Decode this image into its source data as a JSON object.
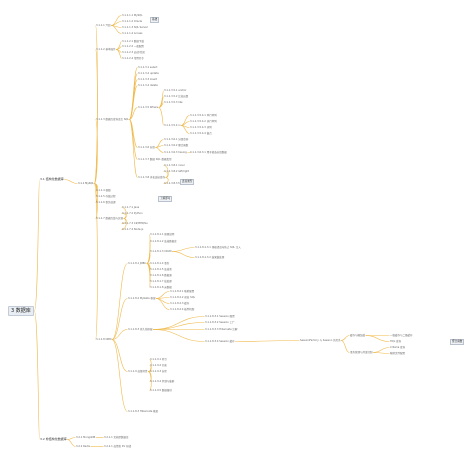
{
  "title": "3 数据库",
  "tags": {
    "sql_category": "基础",
    "aggregate": "聚合函数",
    "understand": "了解即可",
    "join_types": "连接类型"
  },
  "nodes": {
    "root": "3 数据库",
    "b31": "3.1 结构化数据库",
    "b32": "3.2 非结构化数据库",
    "mysql": "3.1.1 MySQL",
    "intro": "3.1.1.1 介绍",
    "mysql_intro": "3.1.1.1.1 MySQL",
    "oracle": "3.1.1.1.2 Oracle",
    "sqlserver": "3.1.1.1.3 SQL Server",
    "access": "3.1.1.1.4 Access",
    "basic_ops": "3.1.1.2 基本操作",
    "install": "3.1.1.2.1 数据下载",
    "config": "3.1.1.2.2 一般配置",
    "start": "3.1.1.2.3 启动/关闭",
    "cmds": "3.1.1.2.4 常用命令",
    "sql_title": "3.1.1.3 数据库查询语言 SQL",
    "select": "3.1.1.3.1 select",
    "update": "3.1.1.3.2 update",
    "insert": "3.1.1.3.3 insert",
    "delete": "3.1.1.3.4 delete",
    "where": "3.1.1.3.5 Where",
    "s1": "3.1.1.3.5.1 and/or",
    "s2": "3.1.1.3.5.2 比较运算",
    "s3": "3.1.1.3.5.3 like",
    "s4": "3.1.1.3.5.4 in",
    "s41": "3.1.1.3.5.4.1 单行单列",
    "s42": "3.1.1.3.5.4.2 多行单列",
    "s43": "3.1.1.3.5.4.3 多列",
    "s44": "3.1.1.3.5.4.4 集合",
    "g1": "3.1.1.3.6 分组",
    "g11": "3.1.1.3.6.1 分组查询",
    "g12": "3.1.1.3.6.2 聚合函数",
    "g13": "3.1.1.3.6.3 having",
    "g131": "3.1.1.3.6.3.1 用于筛选分组数据",
    "g2": "3.1.1.3.7 数据 SQL 数据类型",
    "j1": "3.1.1.3.8 多表连接查询",
    "j11": "3.1.1.3.8.1 inner",
    "j12": "3.1.1.3.8.2 left/right",
    "j13": "3.1.1.3.8.3 full",
    "view": "3.1.1.4 视图",
    "trigger": "3.1.1.5 存储过程",
    "index": "3.1.1.6 事务处理",
    "other": "3.1.1.7 数据库锁与实现",
    "o1": "3.1.1.7.1 Java",
    "o2": "3.1.1.7.2 Python",
    "o3": "3.1.1.7.3 C#/PHP/Go",
    "o4": "3.1.1.7.4 Node.js",
    "orm": "3.1.1.8 ORM",
    "orm_top": "3.1.1.8.1 JDBC",
    "orm_a1": "3.1.1.8.1.1 原理说明",
    "orm_a2": "3.1.1.8.1.2 连接数据库",
    "orm_a3": "3.1.1.8.1.3 CRUD",
    "orm_a3_note": "3.1.1.8.1.3.1 预编译语句防止 SQL 注入",
    "orm_a3_note2": "3.1.1.8.1.3.2 结果集处理",
    "orm_a4": "3.1.1.8.1.4 事务",
    "orm_a5": "3.1.1.8.1.5 连接池",
    "orm_a6": "3.1.1.8.1.6 数据源",
    "orm_a7": "3.1.1.8.1.7 批处理",
    "orm_a8": "3.1.1.8.1.8 元数据",
    "orm_b": "3.1.1.8.2 Mybatis 框架",
    "orm_b1": "3.1.1.8.2.1 映射配置",
    "orm_b2": "3.1.1.8.2.2 动态 SQL",
    "orm_b3": "3.1.1.8.2.3 缓存",
    "orm_b4": "3.1.1.8.2.4 插件机制",
    "orm_c": "3.1.1.8.3 Hibernate 框架",
    "hib": "3.1.1.8.3 持久化框架",
    "hib1": "3.1.1.8.3.1 Session 配置",
    "hib2": "3.1.1.8.3.2 Session 工厂",
    "hib3": "3.1.1.8.3.3 Hibernate 注解",
    "hib4": "3.1.1.8.3.4 Session 缓存",
    "hib_r1": "SessionFactory 与 Session 的关系",
    "hib_r2": "缓存与懒加载",
    "hib_r3": "事务管理与并发控制",
    "hib_r4": "一级缓存与二级缓存",
    "hib_r5": "HQL 查询",
    "hib_r6": "Criteria 查询",
    "hib_r7": "映射文件配置",
    "s_adv": "3.1.1.9 高级特性",
    "s_adv1": "3.1.1.9.1 索引",
    "s_adv2": "3.1.1.9.2 约束",
    "s_adv3": "3.1.1.9.3 分区",
    "s_adv4": "3.1.1.9.4 复制与集群",
    "s_adv5": "3.1.1.9.5 数据备份",
    "redis_intro": "3.2.1 MongoDB",
    "redis_a": "3.2.1.1 文档型数据库",
    "redis2": "3.2.2 Redis",
    "redis_b": "3.2.2.1 高性能 KV 存储"
  }
}
